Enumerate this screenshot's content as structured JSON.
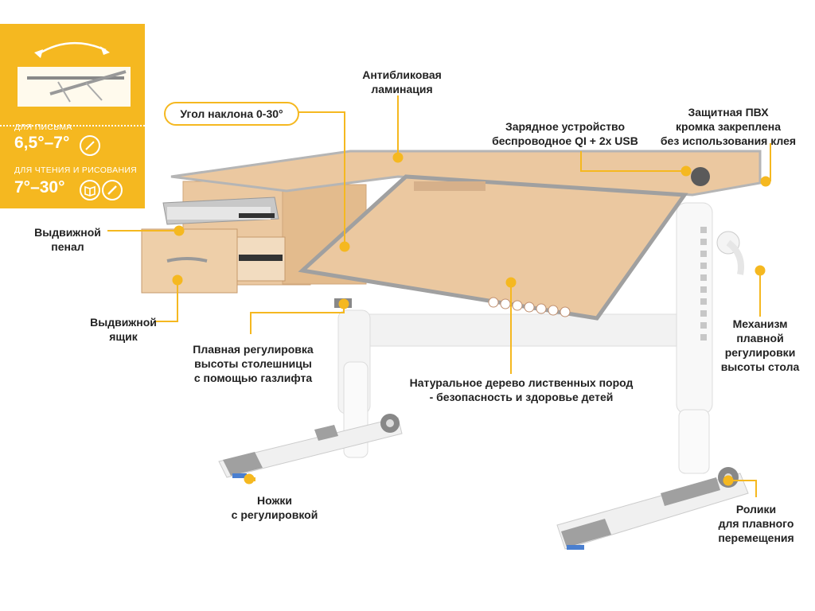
{
  "tilt_panel": {
    "writing_label": "ДЛЯ ПИСЬМА",
    "writing_value": "6,5°–7°",
    "drawing_label": "ДЛЯ ЧТЕНИЯ И РИСОВАНИЯ",
    "drawing_value": "7°–30°",
    "icons": [
      "tilt-diagram-icon",
      "pen-icon",
      "book-icon",
      "brush-icon"
    ]
  },
  "tilt_pill": "Угол наклона 0-30°",
  "callouts": {
    "antiglare": [
      "Антибликовая",
      "ламинация"
    ],
    "charger": [
      "Зарядное устройство",
      "беспроводное QI + 2x USB"
    ],
    "pvc_edge": [
      "Защитная ПВХ",
      "кромка закреплена",
      "без использования клея"
    ],
    "pencil_drawer": [
      "Выдвижной",
      "пенал"
    ],
    "drawer": [
      "Выдвижной",
      "ящик"
    ],
    "gaslift": [
      "Плавная регулировка",
      "высоты столешницы",
      "с помощью газлифта"
    ],
    "wood": [
      "Натуральное дерево лиственных пород",
      "- безопасность и здоровье детей"
    ],
    "mechanism": [
      "Механизм",
      "плавной",
      "регулировки",
      "высоты стола"
    ],
    "legs": [
      "Ножки",
      "с регулировкой"
    ],
    "casters": [
      "Ролики",
      "для плавного",
      "перемещения"
    ]
  },
  "colors": {
    "accent": "#f5b820",
    "wood": "#ebc8a0",
    "frame": "#f2f2f2",
    "trim": "#9a9a9a"
  }
}
